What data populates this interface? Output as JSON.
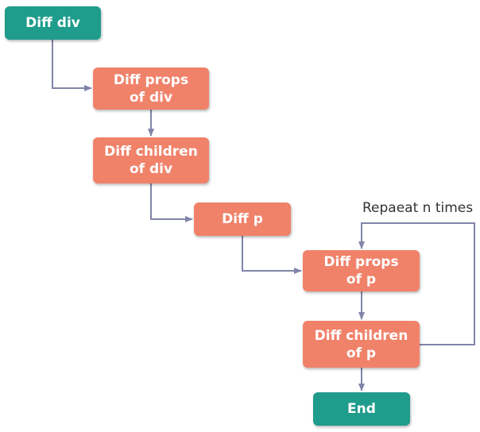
{
  "nodes": {
    "diff_div": "Diff div",
    "diff_props_div": "Diff props\nof div",
    "diff_children_div": "Diff children\nof div",
    "diff_p": "Diff p",
    "diff_props_p": "Diff props\nof p",
    "diff_children_p": "Diff children\nof p",
    "end": "End"
  },
  "loop_label": "Repaeat n times",
  "colors": {
    "start_end": "#1f9c8c",
    "step": "#f0826a",
    "connector": "#8185a9"
  }
}
